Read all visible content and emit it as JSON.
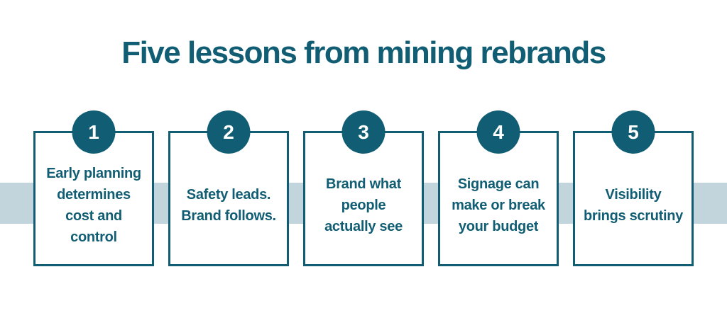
{
  "title": "Five lessons from mining rebrands",
  "colors": {
    "teal": "#115e74",
    "band": "#c3d5dc",
    "background": "#ffffff",
    "number_text": "#ffffff"
  },
  "cards": [
    {
      "number": "1",
      "lines": [
        "Early planning",
        "determines",
        "cost and",
        "control"
      ]
    },
    {
      "number": "2",
      "lines": [
        "Safety leads.",
        "Brand follows."
      ]
    },
    {
      "number": "3",
      "lines": [
        "Brand what",
        "people",
        "actually see"
      ]
    },
    {
      "number": "4",
      "lines": [
        "Signage can",
        "make or break",
        "your budget"
      ]
    },
    {
      "number": "5",
      "lines": [
        "Visibility",
        "brings scrutiny"
      ]
    }
  ]
}
